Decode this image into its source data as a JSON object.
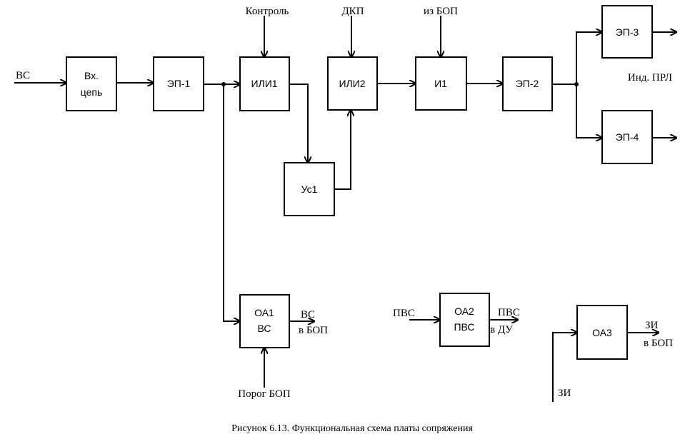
{
  "blocks": {
    "vx_line1": "Вх.",
    "vx_line2": "цепь",
    "ep1": "ЭП-1",
    "ili1": "ИЛИ1",
    "ili2": "ИЛИ2",
    "i1": "И1",
    "ep2": "ЭП-2",
    "ep3": "ЭП-3",
    "ep4": "ЭП-4",
    "us1": "Ус1",
    "oa1_line1": "ОА1",
    "oa1_line2": "ВС",
    "oa2_line1": "ОА2",
    "oa2_line2": "ПВС",
    "oa3": "ОА3"
  },
  "signals": {
    "vs_in": "ВС",
    "kontrol": "Контроль",
    "dkp": "ДКП",
    "iz_bop": "из БОП",
    "ind_prl": "Инд. ПРЛ",
    "vs_out": "ВС",
    "v_bop_1": "в БОП",
    "porog_bop": "Порог БОП",
    "pvs_in": "ПВС",
    "pvs_out": "ПВС",
    "v_du": "в ДУ",
    "zi_in": "ЗИ",
    "zi_out": "ЗИ",
    "v_bop_2": "в БОП"
  },
  "caption": "Рисунок 6.13. Функциональная схема платы сопряжения"
}
